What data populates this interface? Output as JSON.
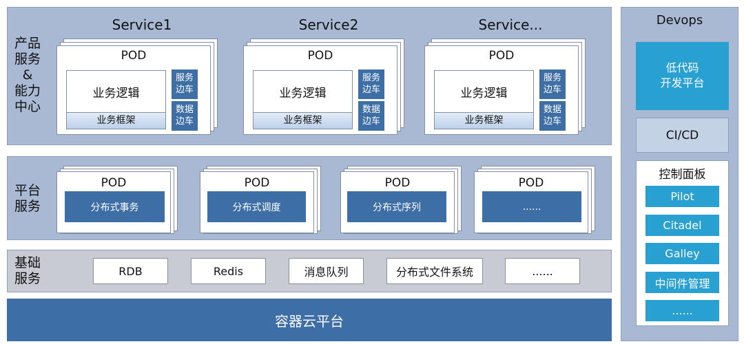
{
  "layers": {
    "product": {
      "label_lines": [
        "产品",
        "服务",
        "&",
        "能力",
        "中心"
      ],
      "services": [
        {
          "title": "Service1",
          "pod": "POD",
          "logic": "业务逻辑",
          "framework": "业务框架",
          "sidecar_service": [
            "服务",
            "边车"
          ],
          "sidecar_data": [
            "数据",
            "边车"
          ]
        },
        {
          "title": "Service2",
          "pod": "POD",
          "logic": "业务逻辑",
          "framework": "业务框架",
          "sidecar_service": [
            "服务",
            "边车"
          ],
          "sidecar_data": [
            "数据",
            "边车"
          ]
        },
        {
          "title": "Service...",
          "pod": "POD",
          "logic": "业务逻辑",
          "framework": "业务框架",
          "sidecar_service": [
            "服务",
            "边车"
          ],
          "sidecar_data": [
            "数据",
            "边车"
          ]
        }
      ]
    },
    "platform": {
      "label_lines": [
        "平台",
        "服务"
      ],
      "pods": [
        {
          "pod": "POD",
          "name": "分布式事务"
        },
        {
          "pod": "POD",
          "name": "分布式调度"
        },
        {
          "pod": "POD",
          "name": "分布式序列"
        },
        {
          "pod": "POD",
          "name": "......"
        }
      ]
    },
    "base": {
      "label_lines": [
        "基础",
        "服务"
      ],
      "items": [
        "RDB",
        "Redis",
        "消息队列",
        "分布式文件系统",
        "......"
      ]
    },
    "cloud": {
      "label": "容器云平台"
    }
  },
  "devops": {
    "title": "Devops",
    "lowcode_lines": [
      "低代码",
      "开发平台"
    ],
    "cicd": "CI/CD",
    "control_panel": {
      "title": "控制面板",
      "items": [
        "Pilot",
        "Citadel",
        "Galley",
        "中间件管理",
        "......"
      ]
    }
  },
  "colors": {
    "band_blue": "#a9b9d3",
    "dark_blue": "#3e6ea6",
    "cyan": "#28a0d2",
    "base_gray": "#c8cbd3"
  }
}
